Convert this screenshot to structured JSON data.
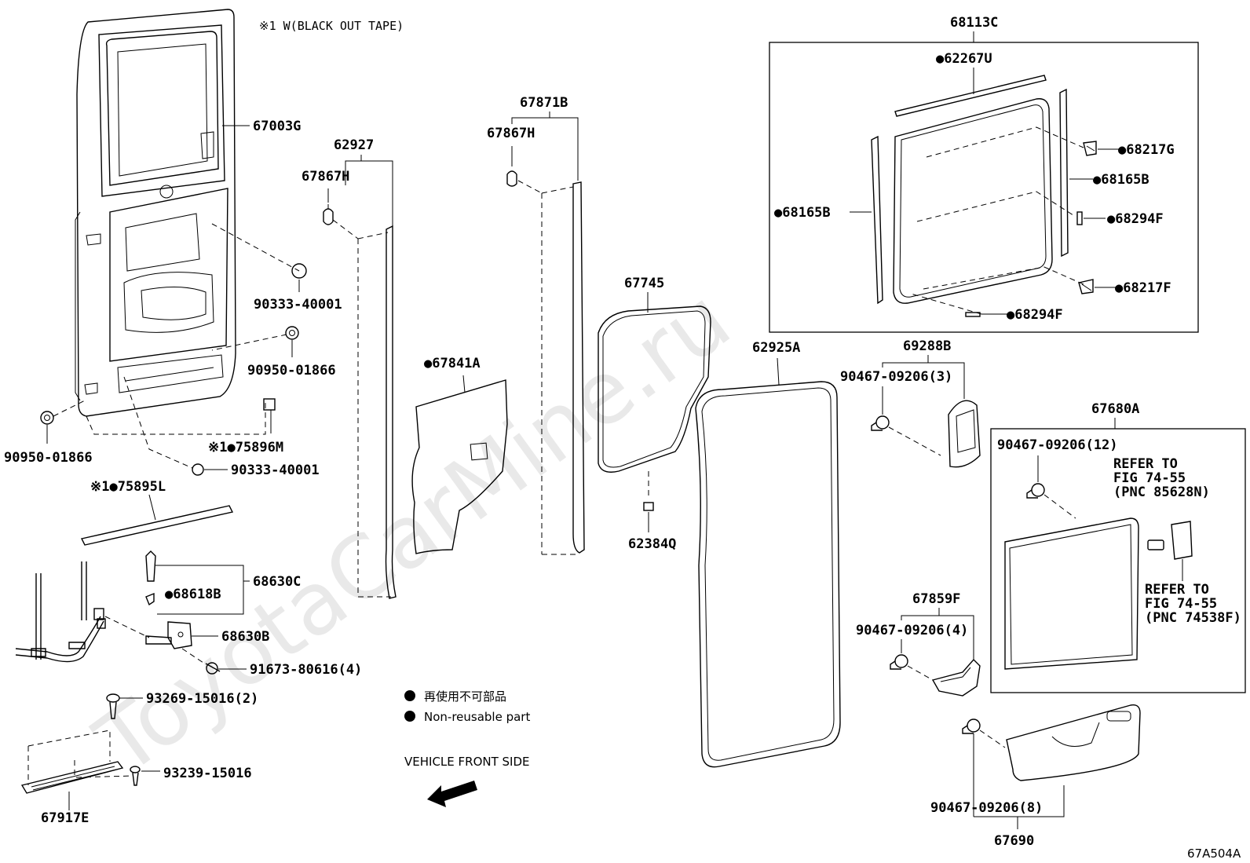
{
  "watermark": "ToyotaCarMine.ru",
  "note_tape": "※1 W(BLACK OUT TAPE)",
  "figure_id": "67A504A",
  "direction_label": "VEHICLE FRONT SIDE",
  "legend": [
    {
      "symbol": "●",
      "text": "再使用不可部品"
    },
    {
      "symbol": "●",
      "text": "Non-reusable part"
    }
  ],
  "parts": {
    "p67003G": "67003G",
    "p90333_a": "90333-40001",
    "p90950_a": "90950-01866",
    "p90950_b": "90950-01866",
    "p75896M": "※1●75896M",
    "p90333_b": "90333-40001",
    "p75895L": "※1●75895L",
    "p68630C": "68630C",
    "p68618B": "●68618B",
    "p68630B": "68630B",
    "p91673": "91673-80616(4)",
    "p93269": "93269-15016(2)",
    "p93239": "93239-15016",
    "p67917E": "67917E",
    "p62927": "62927",
    "p67867H_a": "67867H",
    "p67871B": "67871B",
    "p67867H_b": "67867H",
    "p67841A": "●67841A",
    "p67745": "67745",
    "p62384Q": "62384Q",
    "p62925A": "62925A",
    "p68113C": "68113C",
    "p62267U": "●62267U",
    "p68217G": "●68217G",
    "p68165B_r": "●68165B",
    "p68165B_l": "●68165B",
    "p68294F_a": "●68294F",
    "p68217F": "●68217F",
    "p68294F_b": "●68294F",
    "p69288B": "69288B",
    "p90467_3": "90467-09206(3)",
    "p67680A": "67680A",
    "p90467_12": "90467-09206(12)",
    "p67859F": "67859F",
    "p90467_4": "90467-09206(4)",
    "p90467_8": "90467-09206(8)",
    "p67690": "67690"
  },
  "refer_a": [
    "REFER TO",
    "FIG 74-55",
    "(PNC 85628N)"
  ],
  "refer_b": [
    "REFER TO",
    "FIG 74-55",
    "(PNC 74538F)"
  ]
}
